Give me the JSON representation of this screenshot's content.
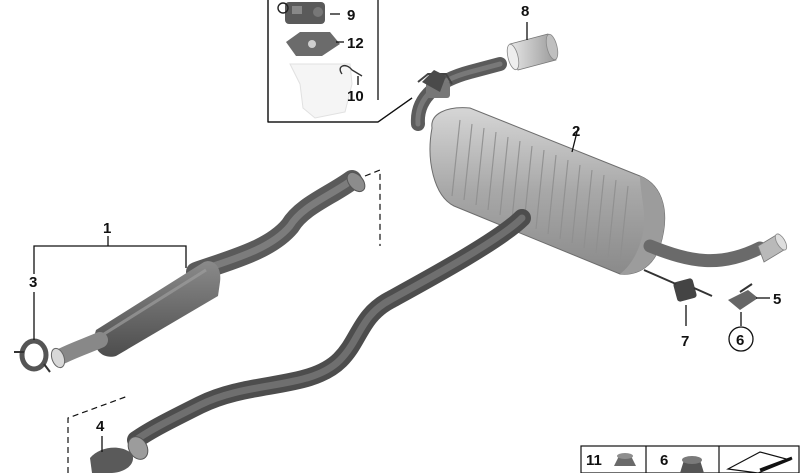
{
  "callouts": {
    "c1": "1",
    "c2": "2",
    "c3": "3",
    "c4": "4",
    "c5": "5",
    "c6": "6",
    "c7": "7",
    "c8": "8",
    "c9": "9",
    "c10": "10",
    "c11": "11",
    "c12": "12"
  },
  "legend": {
    "item_a": "11",
    "item_b": "6"
  },
  "colors": {
    "pipe": "#6e6e6e",
    "pipe_dark": "#4f4f4f",
    "muffler": "#a9a9a9",
    "muffler_light": "#d2d2d2",
    "line": "#111111"
  }
}
